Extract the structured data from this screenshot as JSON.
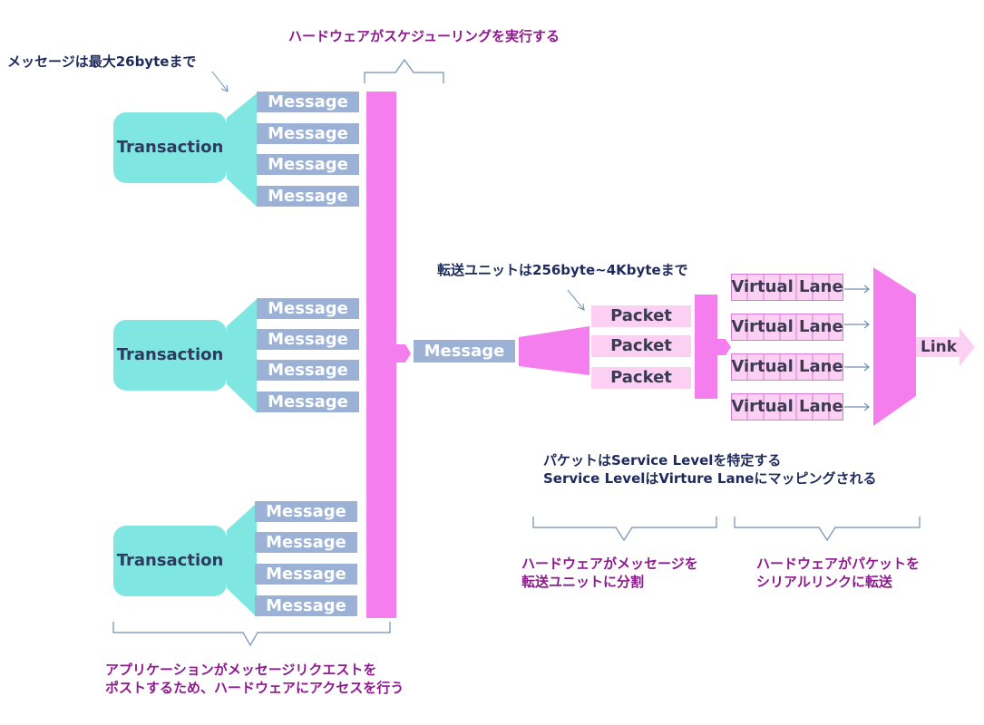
{
  "annotations": {
    "message_limit": "メッセージは最大26byteまで",
    "hw_scheduling": "ハードウェアがスケジューリングを実行する",
    "transfer_unit": "転送ユニットは256byte~4Kbyteまで",
    "service_level_1": "パケットはService Levelを特定する",
    "service_level_2": "Service LevelはVirture Laneにマッピングされる",
    "hw_split_1": "ハードウェアがメッセージを",
    "hw_split_2": "転送ユニットに分割",
    "hw_serial_1": "ハードウェアがパケットを",
    "hw_serial_2": "シリアルリンクに転送",
    "app_access_1": "アプリケーションがメッセージリクエストを",
    "app_access_2": "ポストするため、ハードウェアにアクセスを行う"
  },
  "transactions": [
    {
      "label": "Transaction",
      "messages": [
        "Message",
        "Message",
        "Message",
        "Message"
      ]
    },
    {
      "label": "Transaction",
      "messages": [
        "Message",
        "Message",
        "Message",
        "Message"
      ]
    },
    {
      "label": "Transaction",
      "messages": [
        "Message",
        "Message",
        "Message",
        "Message"
      ]
    }
  ],
  "center_message": "Message",
  "packets": [
    "Packet",
    "Packet",
    "Packet"
  ],
  "virtual_lanes": [
    "Virtual Lane",
    "Virtual Lane",
    "Virtual Lane",
    "Virtual Lane"
  ],
  "link": "Link",
  "colors": {
    "transaction": "#7fe6e2",
    "message": "#9bb1d6",
    "hardware_bar": "#f47eee",
    "packet": "#fbd0f3",
    "lane_fill": "#fbd0f3",
    "lane_grid": "#d77bd0",
    "annotation_navy": "#1f2a5c",
    "annotation_purple": "#8e1a8e",
    "bracket": "#6f8fb8"
  }
}
